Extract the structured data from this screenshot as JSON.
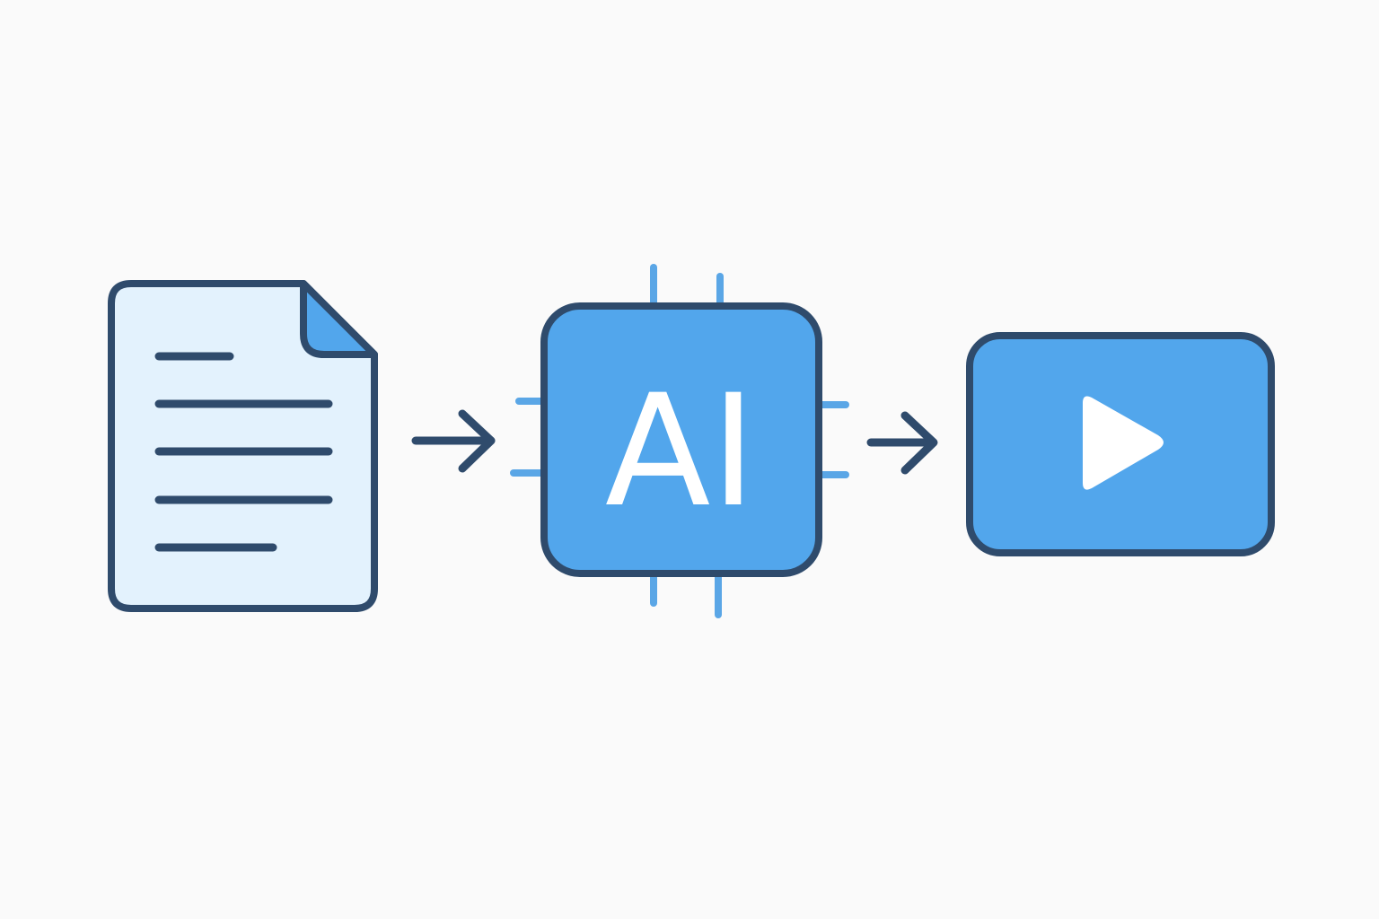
{
  "diagram": {
    "steps": [
      {
        "id": "document",
        "icon": "document-icon"
      },
      {
        "id": "ai",
        "icon": "ai-chip-icon",
        "label": "AI"
      },
      {
        "id": "video",
        "icon": "video-play-icon"
      }
    ],
    "connectors": [
      {
        "from": "document",
        "to": "ai",
        "icon": "arrow-right-icon"
      },
      {
        "from": "ai",
        "to": "video",
        "icon": "arrow-right-icon"
      }
    ]
  },
  "colors": {
    "background": "#fafafa",
    "outline": "#2f4b6c",
    "accent_blue": "#52a6ec",
    "document_fill": "#e3f2fd",
    "chip_pins": "#5aa6e6",
    "chip_label": "#ffffff"
  }
}
